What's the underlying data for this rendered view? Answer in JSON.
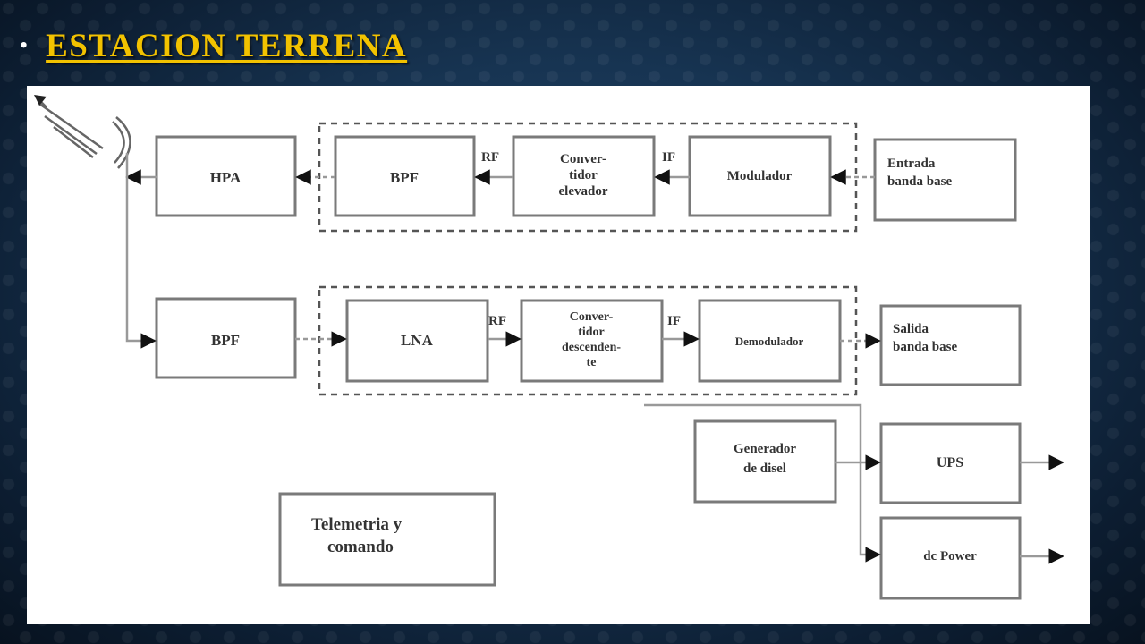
{
  "slide": {
    "bullet": "•",
    "title": "ESTACION TERRENA"
  },
  "diagram": {
    "uplink": {
      "hpa": "HPA",
      "bpf": "BPF",
      "converter": [
        "Conver-",
        "tidor",
        "elevador"
      ],
      "modulator": "Modulador",
      "input": [
        "Entrada",
        "banda base"
      ],
      "rf_label": "RF",
      "if_label": "IF"
    },
    "downlink": {
      "bpf": "BPF",
      "lna": "LNA",
      "converter": [
        "Conver-",
        "tidor",
        "descenden-",
        "te"
      ],
      "demodulator": "Demodulador",
      "output": [
        "Salida",
        "banda base"
      ],
      "rf_label": "RF",
      "if_label": "IF"
    },
    "power": {
      "generator": [
        "Generador",
        "de disel"
      ],
      "ups": "UPS",
      "dc_power": "dc Power"
    },
    "telemetry": [
      "Telemetria y",
      "comando"
    ]
  }
}
